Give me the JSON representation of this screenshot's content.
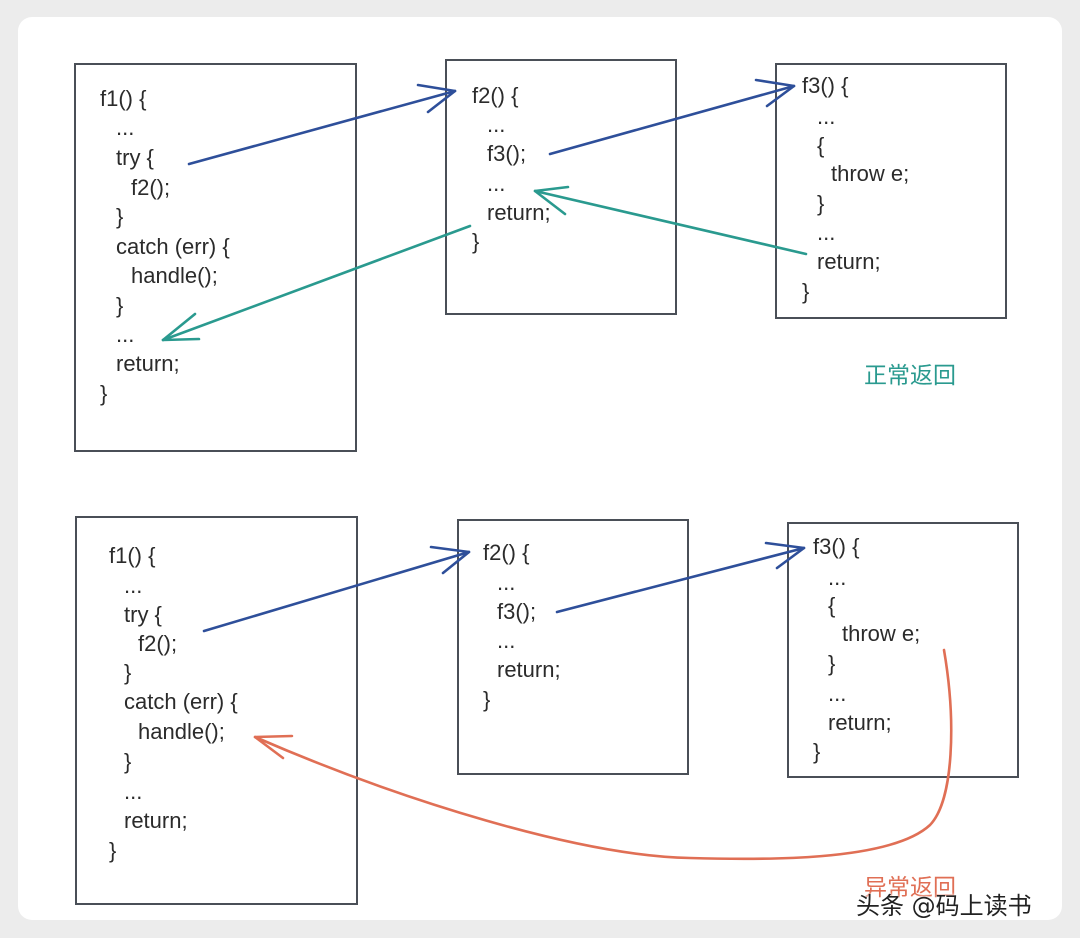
{
  "colors": {
    "call_arrow": "#2e4f9a",
    "normal_return": "#2a9a8f",
    "exception_return": "#e06f55",
    "box_border": "#4a4f57"
  },
  "top": {
    "f1": [
      "f1() {",
      "...",
      "try {",
      "f2();",
      "}",
      "catch (err) {",
      "handle();",
      "}",
      "...",
      "return;",
      "}"
    ],
    "f2": [
      "f2() {",
      "...",
      "f3();",
      "...",
      "return;",
      "}"
    ],
    "f3": [
      "f3() {",
      "...",
      "{",
      "throw e;",
      "}",
      "...",
      "return;",
      "}"
    ],
    "label": "正常返回"
  },
  "bottom": {
    "f1": [
      "f1() {",
      "...",
      "try {",
      "f2();",
      "}",
      "catch (err) {",
      "handle();",
      "}",
      "...",
      "return;",
      "}"
    ],
    "f2": [
      "f2() {",
      "...",
      "f3();",
      "...",
      "return;",
      "}"
    ],
    "f3": [
      "f3() {",
      "...",
      "{",
      "throw e;",
      "}",
      "...",
      "return;",
      "}"
    ],
    "label": "异常返回"
  },
  "watermark": "头条 @码上读书"
}
